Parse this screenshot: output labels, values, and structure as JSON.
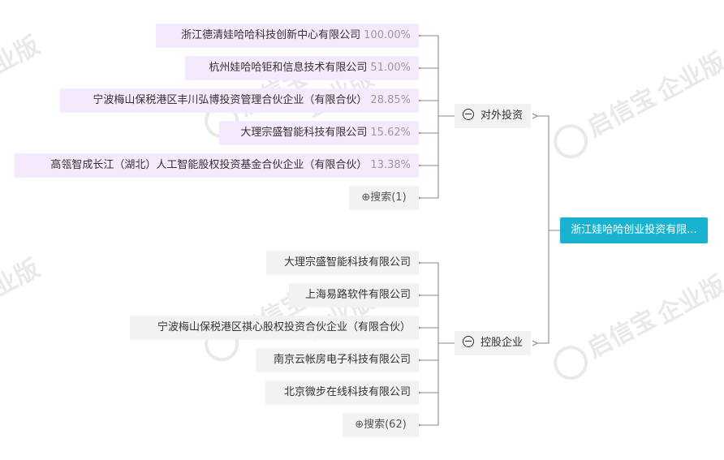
{
  "watermark": {
    "brand": "启信宝",
    "edition": "企业版"
  },
  "root": {
    "name": "浙江娃哈哈创业投资有限..."
  },
  "branches": {
    "investment": {
      "label": "对外投资",
      "icon": "collapse-minus-icon"
    },
    "holding": {
      "label": "控股企业",
      "icon": "collapse-minus-icon"
    }
  },
  "investments": [
    {
      "name": "浙江德清娃哈哈科技创新中心有限公司",
      "percent": "100.00%"
    },
    {
      "name": "杭州娃哈哈钜和信息技术有限公司",
      "percent": "51.00%"
    },
    {
      "name": "宁波梅山保税港区丰川弘博投资管理合伙企业（有限合伙）",
      "percent": "28.85%"
    },
    {
      "name": "大理宗盛智能科技有限公司",
      "percent": "15.62%"
    },
    {
      "name": "高瓴智成长江（湖北）人工智能股权投资基金合伙企业（有限合伙）",
      "percent": "13.38%"
    }
  ],
  "investment_search": "⊕搜索(1)",
  "holdings": [
    {
      "name": "大理宗盛智能科技有限公司"
    },
    {
      "name": "上海易路软件有限公司"
    },
    {
      "name": "宁波梅山保税港区祺心股权投资合伙企业（有限合伙）"
    },
    {
      "name": "南京云帐房电子科技有限公司"
    },
    {
      "name": "北京微步在线科技有限公司"
    }
  ],
  "holding_search": "⊕搜索(62)"
}
